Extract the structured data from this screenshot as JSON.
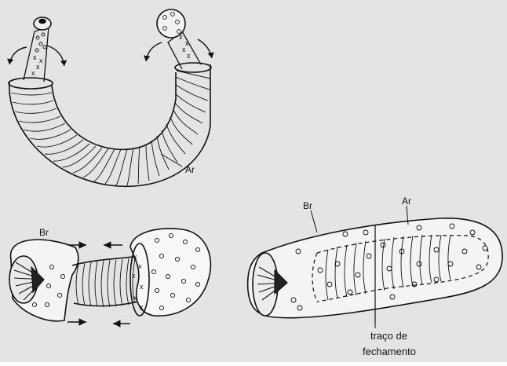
{
  "figure": {
    "background": "#e4e4e4",
    "ink": "#1a1a1a",
    "panel_top": {
      "label_ar": "Ar"
    },
    "panel_bottom_left": {
      "label_br": "Br"
    },
    "panel_bottom_right": {
      "label_br": "Br",
      "label_ar": "Ar",
      "label_closure_line1": "traço de",
      "label_closure_line2": "fechamento"
    }
  }
}
